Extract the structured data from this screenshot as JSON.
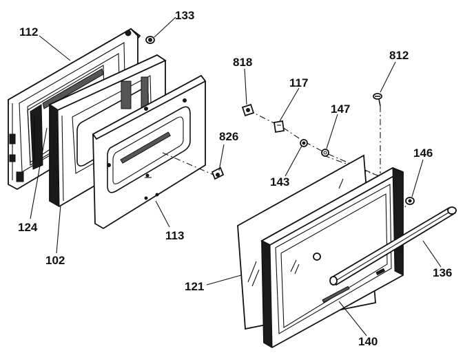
{
  "labels": {
    "p112": "112",
    "p133": "133",
    "p124": "124",
    "p102": "102",
    "p113": "113",
    "p826": "826",
    "p818": "818",
    "p117": "117",
    "p147": "147",
    "p143": "143",
    "p812": "812",
    "p146": "146",
    "p121": "121",
    "p136": "136",
    "p140": "140"
  }
}
